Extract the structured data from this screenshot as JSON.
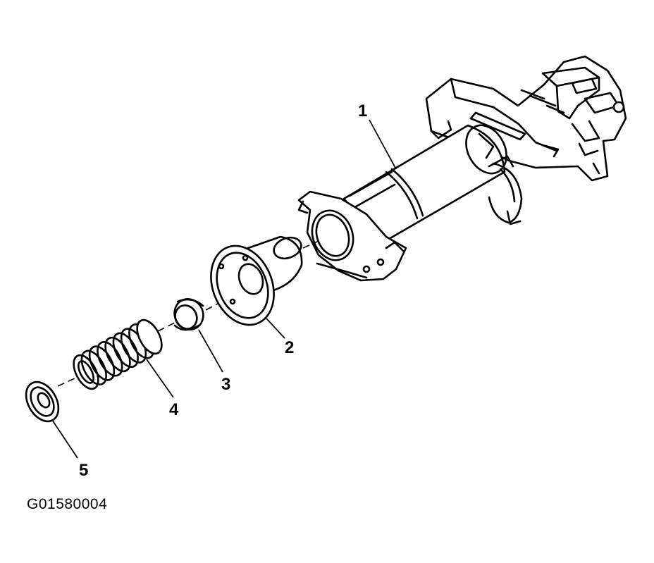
{
  "figure_id": "G01580004",
  "callouts": [
    {
      "id": "1",
      "label": "1"
    },
    {
      "id": "2",
      "label": "2"
    },
    {
      "id": "3",
      "label": "3"
    },
    {
      "id": "4",
      "label": "4"
    },
    {
      "id": "5",
      "label": "5"
    }
  ],
  "colors": {
    "ink": "#000000",
    "background": "#ffffff"
  }
}
